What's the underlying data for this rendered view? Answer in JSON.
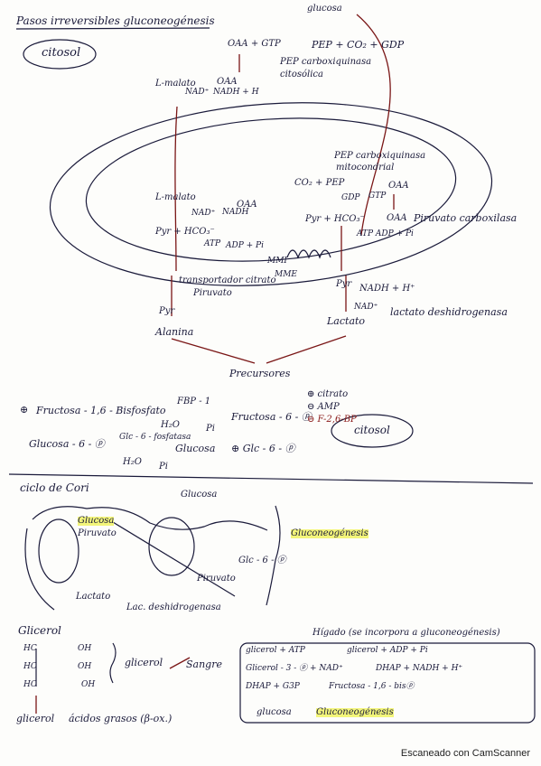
{
  "header": {
    "title": "Pasos irreversibles gluconeogénesis",
    "cytosol_label": "citosol"
  },
  "pathway": {
    "glucose_top": "glucosa",
    "oaa_gtp": "OAA + GTP",
    "pep_co2_gdp": "PEP + CO₂ + GDP",
    "pepck_cyt_1": "PEP carboxiquinasa",
    "pepck_cyt_2": "citosólica",
    "malate_top": "L-malato",
    "nad_top": "NAD⁺",
    "oaa_top": "OAA",
    "nadh_top": "NADH + H",
    "pepck_mit_1": "PEP carboxiquinasa",
    "pepck_mit_2": "mitocondrial",
    "co2_pep": "CO₂ + PEP",
    "oaa_mit": "OAA",
    "gdp": "GDP",
    "gtp": "GTP",
    "malate_mit": "L-malato",
    "oaa_mit2": "OAA",
    "nad_mit": "NAD⁺",
    "nadh_mit": "NADH",
    "pyr_hco3_left": "Pyr + HCO₃⁻",
    "atp_left": "ATP",
    "adp_pi_left": "ADP + Pi",
    "pyr_hco3_right": "Pyr + HCO₃⁻",
    "oaa_right": "OAA",
    "pyr_carboxylase": "Piruvato carboxilasa",
    "atp_adp_right": "ATP ADP + Pi",
    "mmi": "MMI",
    "mme": "MME",
    "transporter_1": "transportador citrato",
    "transporter_2": "Piruvato",
    "pyr_left": "Pyr",
    "alanine": "Alanina",
    "pyr_right": "Pyr",
    "nadh_h": "NADH + H⁺",
    "nad_bottom": "NAD⁺",
    "lactate": "Lactato",
    "ldh": "lactato deshidrogenasa",
    "precursors": "Precursores"
  },
  "fbp": {
    "plus_sign": "⊕",
    "fructose_bp": "Fructosa - 1,6 - Bisfosfato",
    "fbp1": "FBP - 1",
    "h2o": "H₂O",
    "pi": "Pi",
    "fructose_6p": "Fructosa - 6 - ⓟ",
    "citrate": "⊕ citrato",
    "amp": "⊖ AMP",
    "f26bp": "⊖ F-2,6-BP",
    "cytosol_label": "citosol",
    "glucose_6p": "Glucosa - 6 - ⓟ",
    "g6pase": "Glc - 6 - fosfatasa",
    "glucose": "Glucosa",
    "h2o_2": "H₂O",
    "pi_2": "Pi",
    "glc6p_plus": "⊕ Glc - 6 - ⓟ"
  },
  "cori": {
    "title": "ciclo de Cori",
    "glucose": "Glucosa",
    "glucose_hl": "Glucosa",
    "pyruvate": "Piruvato",
    "lactate": "Lactato",
    "ldh": "Lac. deshidrogenasa",
    "glc6p": "Glc - 6 - ⓟ",
    "pyruvate_2": "Piruvato",
    "gluconeogenesis": "Gluconeogénesis"
  },
  "glycerol": {
    "title": "Glicerol",
    "hc1": "HC",
    "hc2": "HC",
    "hc3": "HC",
    "oh1": "OH",
    "oh2": "OH",
    "oh3": "OH",
    "glycerol": "glicerol",
    "blood": "Sangre",
    "glycerol_bottom": "glicerol",
    "fatty_acids": "ácidos grasos (β-ox.)",
    "liver": "Hígado (se incorpora a gluconeogénesis)",
    "r1": "glicerol + ATP",
    "r1b": "glicerol + ADP + Pi",
    "r2": "Glicerol - 3 - ⓟ + NAD⁺",
    "r2b": "DHAP + NADH + H⁺",
    "r3": "DHAP + G3P",
    "r3b": "Fructosa - 1,6 - bisⓟ",
    "r4": "glucosa",
    "r4b": "Gluconeogénesis"
  },
  "footer": "Escaneado con CamScanner"
}
